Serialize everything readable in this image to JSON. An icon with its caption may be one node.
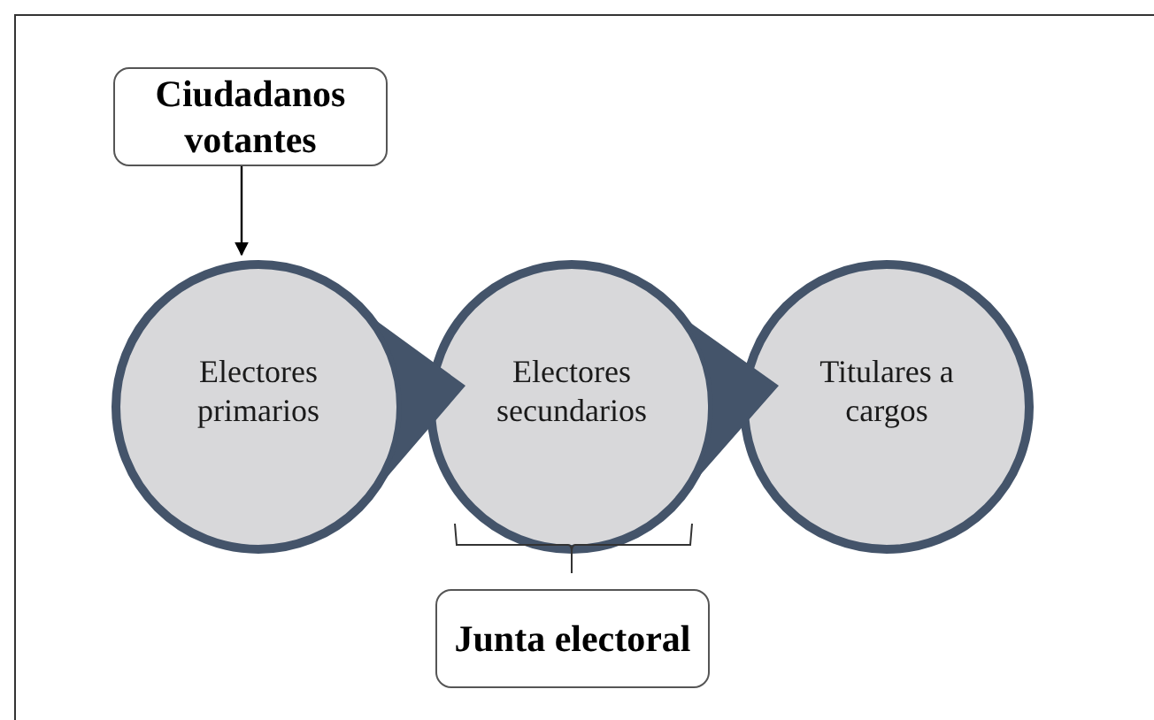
{
  "diagram": {
    "nodes": [
      {
        "text": [
          "Ciudadanos votantes"
        ]
      },
      {
        "text": [
          "Electores primarios"
        ]
      },
      {
        "text": [
          "Electores secundarios"
        ]
      },
      {
        "text": [
          "Titulares a cargos"
        ]
      },
      {
        "text": [
          "Junta electoral"
        ]
      }
    ],
    "edges": [
      {
        "from": 0,
        "to": 1,
        "arrow": "to"
      },
      {
        "from": 1,
        "to": 2,
        "arrow": "to"
      },
      {
        "from": 2,
        "to": 3,
        "arrow": "to"
      }
    ]
  }
}
